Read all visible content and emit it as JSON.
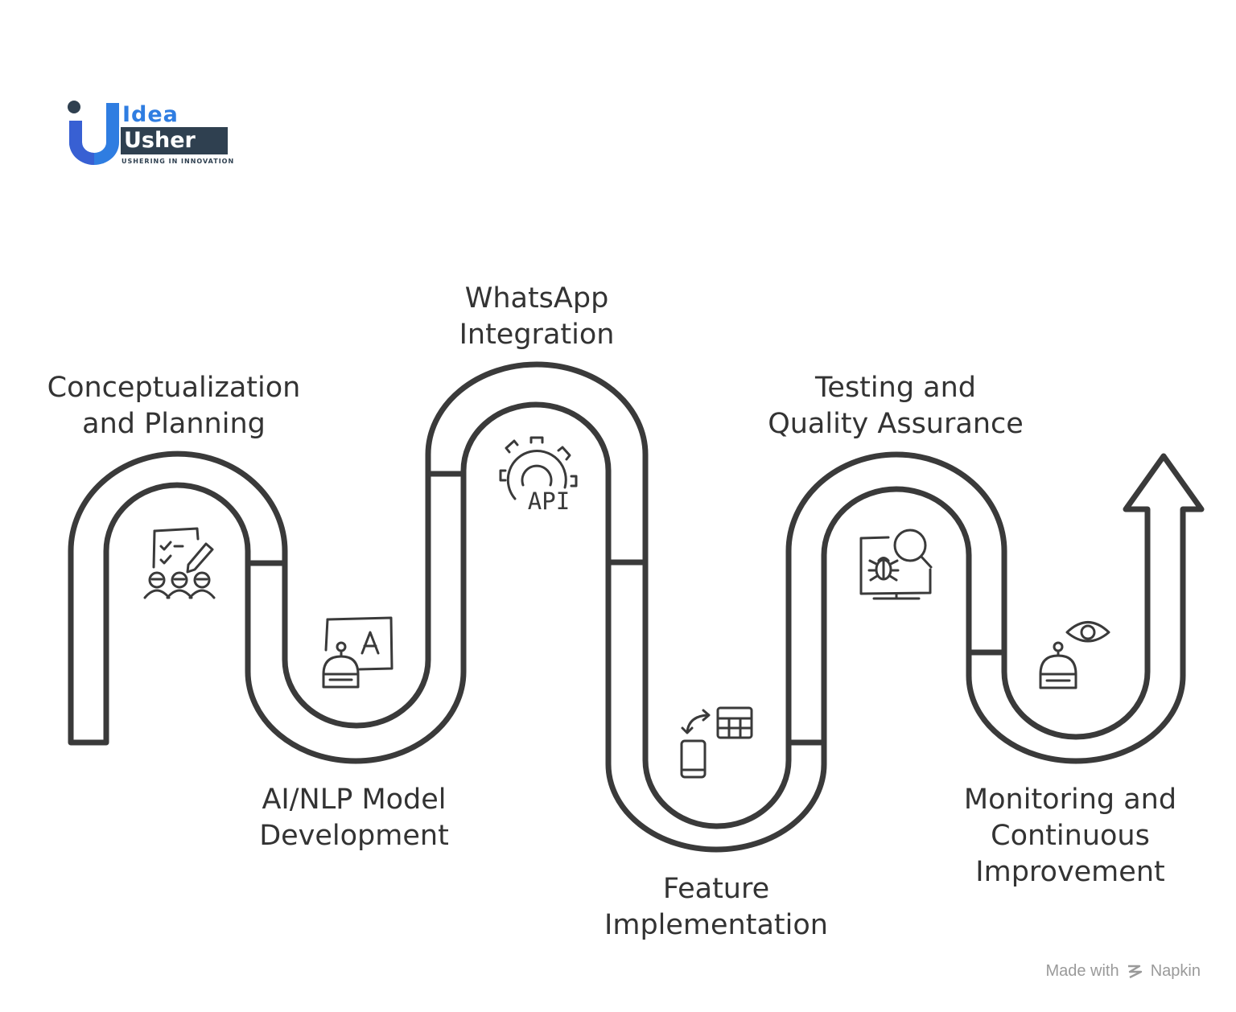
{
  "logo": {
    "word_top": "Idea",
    "word_bottom": "Usher",
    "tagline": "USHERING IN INNOVATION",
    "colors": {
      "blue": "#2f7de1",
      "navy": "#2f4050",
      "dot": "#2f4050"
    }
  },
  "steps": [
    {
      "lines": [
        "Conceptualization",
        "and Planning"
      ],
      "icon": "team-planning-icon"
    },
    {
      "lines": [
        "AI/NLP Model",
        "Development"
      ],
      "icon": "ai-robot-icon"
    },
    {
      "lines": [
        "WhatsApp",
        "Integration"
      ],
      "icon": "api-gear-icon",
      "icon_text": "API"
    },
    {
      "lines": [
        "Feature",
        "Implementation"
      ],
      "icon": "mobile-sync-icon"
    },
    {
      "lines": [
        "Testing and",
        "Quality Assurance"
      ],
      "icon": "bug-monitor-icon"
    },
    {
      "lines": [
        "Monitoring and",
        "Continuous",
        "Improvement"
      ],
      "icon": "robot-eye-icon"
    }
  ],
  "watermark": {
    "prefix": "Made with",
    "brand": "Napkin"
  },
  "colors": {
    "stroke": "#3a3a3a",
    "text": "#333333",
    "background": "#ffffff"
  }
}
